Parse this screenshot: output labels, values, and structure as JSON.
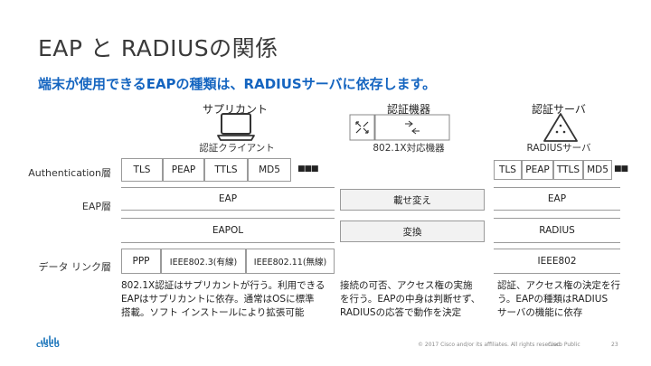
{
  "title": "EAP と RADIUSの関係",
  "subtitle": "端末が使用できるEAPの種類は、RADIUSサーバに依存します。",
  "columns": {
    "supplicant": "サプリカント",
    "authenticator": "認証機器",
    "server": "認証サーバ"
  },
  "roles": {
    "client": "認証クライアント",
    "authenticator": "802.1X対応機器",
    "server": "RADIUSサーバ"
  },
  "rows": {
    "auth_layer": "Authentication層",
    "eap_layer": "EAP層",
    "datalink_layer": "データ リンク層"
  },
  "auth_methods": [
    "TLS",
    "PEAP",
    "TTLS",
    "MD5"
  ],
  "auth_ellipsis": "■■■",
  "server_methods": [
    "TLS",
    "PEAP",
    "TTLS",
    "MD5"
  ],
  "server_ellipsis": "■■",
  "eap_row": {
    "client": "EAP",
    "switch": "載せ変え",
    "server": "EAP"
  },
  "eapol_row": {
    "client": "EAPOL",
    "switch": "変換",
    "server": "RADIUS"
  },
  "datalink_row": {
    "ppp": "PPP",
    "wired": "IEEE802.3(有線)",
    "wireless": "IEEE802.11(無線)",
    "server": "IEEE802"
  },
  "descriptions": {
    "client": [
      "802.1X認証はサプリカントが行う。利用できる",
      "EAPはサプリカントに依存。通常はOSに標準",
      "搭載。ソフト インストールにより拡張可能"
    ],
    "authenticator": [
      "接続の可否、アクセス権の実施",
      "を行う。EAPの中身は判断せず、",
      "RADIUSの応答で動作を決定"
    ],
    "server": [
      "認証、アクセス権の決定を行",
      "う。EAPの種類はRADIUS",
      "サーバの機能に依存"
    ]
  },
  "footer": {
    "logo": "CISCO",
    "copyright": "© 2017 Cisco and/or its affiliates. All rights reserved.",
    "label": "Cisco Public",
    "page": "23"
  },
  "colors": {
    "subtitle": "#1565c0",
    "logo": "#1b75bb"
  }
}
